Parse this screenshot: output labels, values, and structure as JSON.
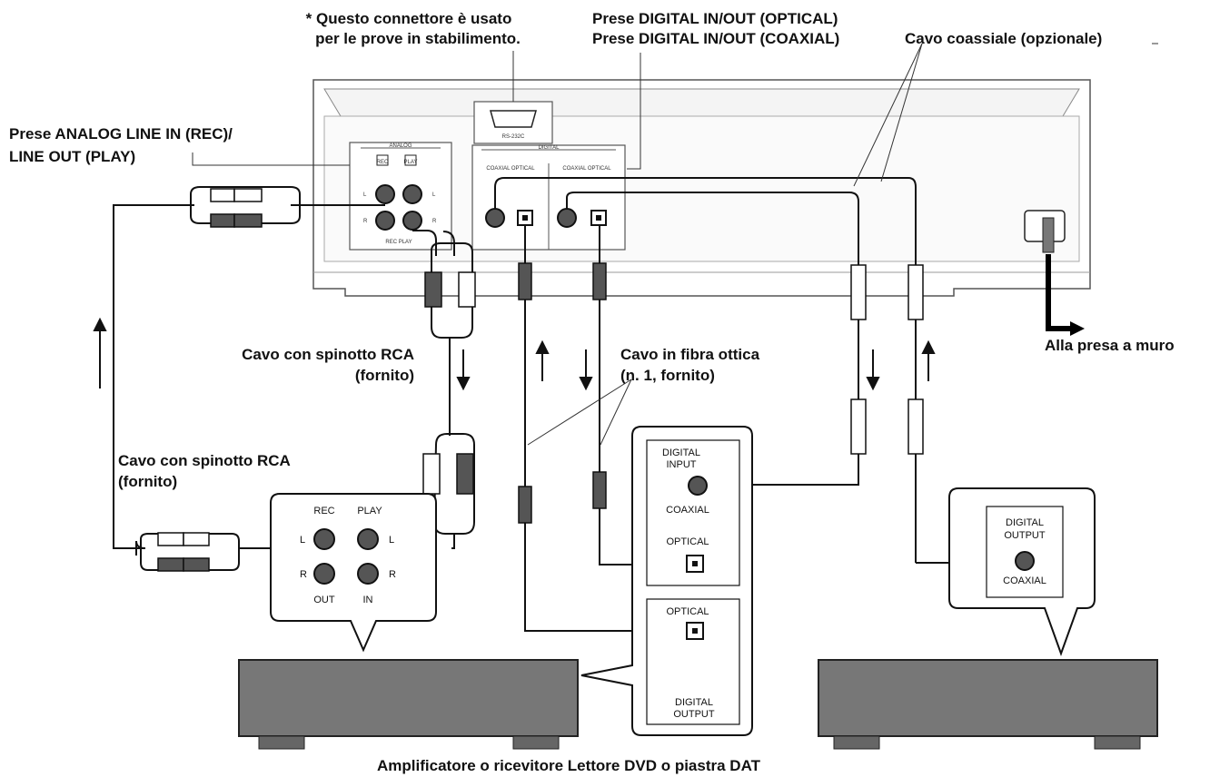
{
  "labels": {
    "factory_note_1": "* Questo connettore è usato",
    "factory_note_2": "per le prove in stabilimento.",
    "digital_optical": "Prese DIGITAL IN/OUT (OPTICAL)",
    "digital_coaxial": "Prese DIGITAL IN/OUT (COAXIAL)",
    "coax_cable": "Cavo coassiale (opzionale)",
    "analog_1": "Prese ANALOG LINE IN (REC)/",
    "analog_2": "LINE OUT (PLAY)",
    "rca_upper_1": "Cavo con spinotto RCA",
    "rca_upper_2": "(fornito)",
    "optical_cable_1": "Cavo in fibra ottica",
    "optical_cable_2": "(n. 1, fornito)",
    "rca_lower_1": "Cavo con spinotto RCA",
    "rca_lower_2": "(fornito)",
    "wall": "Alla presa a muro",
    "bottom": "Amplificatore o ricevitore Lettore DVD o piastra DAT"
  },
  "panels": {
    "rs232": "RS-232C",
    "analog_title": "ANALOG",
    "analog_rec": "REC",
    "analog_play": "PLAY",
    "analog_l": "L",
    "analog_r": "R",
    "analog_recplay": "REC PLAY",
    "digital_title": "DIGITAL",
    "digital_sub": "COAXIAL OPTICAL",
    "digital_sub2": "COAXIAL OPTICAL",
    "amp_rec": "REC",
    "amp_play": "PLAY",
    "amp_out": "OUT",
    "amp_in": "IN",
    "amp_l": "L",
    "amp_r": "R",
    "dat_digital_input": "DIGITAL",
    "dat_digital_input2": "INPUT",
    "dat_coaxial": "COAXIAL",
    "dat_optical_top": "OPTICAL",
    "dat_optical_bottom": "OPTICAL",
    "dat_digital_output": "DIGITAL",
    "dat_digital_output2": "OUTPUT",
    "right_digital": "DIGITAL",
    "right_output": "OUTPUT",
    "right_coaxial": "COAXIAL"
  }
}
